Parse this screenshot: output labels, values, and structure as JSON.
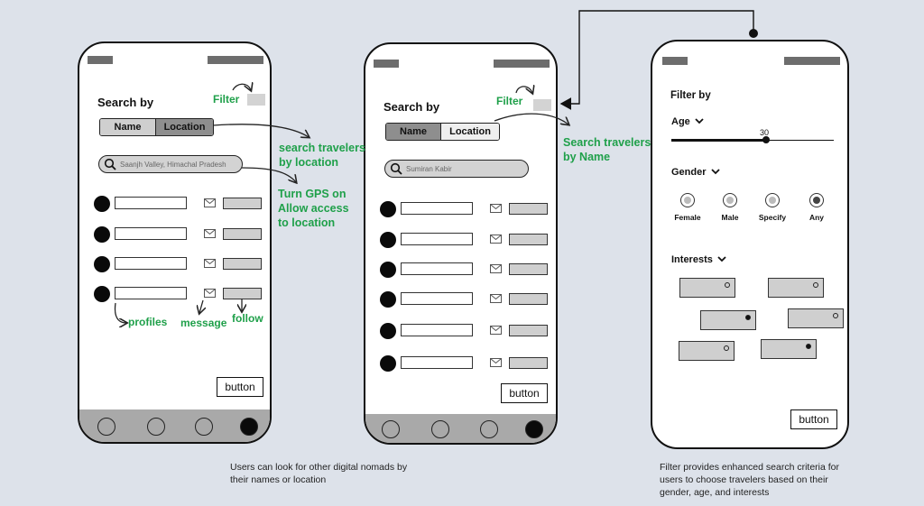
{
  "screen1": {
    "title": "Search by",
    "filter_label": "Filter",
    "tabs": [
      {
        "label": "Name",
        "selected": false
      },
      {
        "label": "Location",
        "selected": true
      }
    ],
    "search_placeholder": "Saanjh Valley, Himachal Pradesh",
    "button_label": "button"
  },
  "screen2": {
    "title": "Search by",
    "filter_label": "Filter",
    "tabs": [
      {
        "label": "Name",
        "selected": true
      },
      {
        "label": "Location",
        "selected": false
      }
    ],
    "search_placeholder": "Sumiran Kabir",
    "button_label": "button"
  },
  "screen3": {
    "title": "Filter by",
    "age_label": "Age",
    "age_value": "30",
    "gender_label": "Gender",
    "gender_options": [
      {
        "label": "Female",
        "selected": false
      },
      {
        "label": "Male",
        "selected": false
      },
      {
        "label": "Specify",
        "selected": false
      },
      {
        "label": "Any",
        "selected": true
      }
    ],
    "interests_label": "Interests",
    "button_label": "button"
  },
  "annotations": {
    "search_location": [
      "search travelers",
      "by location"
    ],
    "gps": [
      "Turn GPS on",
      "Allow access",
      "to location"
    ],
    "profiles": "profiles",
    "message": "message",
    "follow": "follow",
    "search_name": [
      "Search travelers",
      "by Name"
    ]
  },
  "captions": {
    "left": [
      "Users can look for other digital nomads by",
      "their names or location"
    ],
    "right": [
      "Filter provides enhanced search criteria for",
      "users to choose travelers based on their",
      "gender, age, and interests"
    ]
  },
  "colors": {
    "background": "#dde2ea",
    "annotation": "#1fa04a",
    "tab_selected": "#8e8e8e",
    "navbar": "#a9a9a9"
  },
  "icons": [
    "search-icon",
    "mail-icon",
    "curved-arrow-icon",
    "chevron-down-icon",
    "avatar-icon"
  ]
}
